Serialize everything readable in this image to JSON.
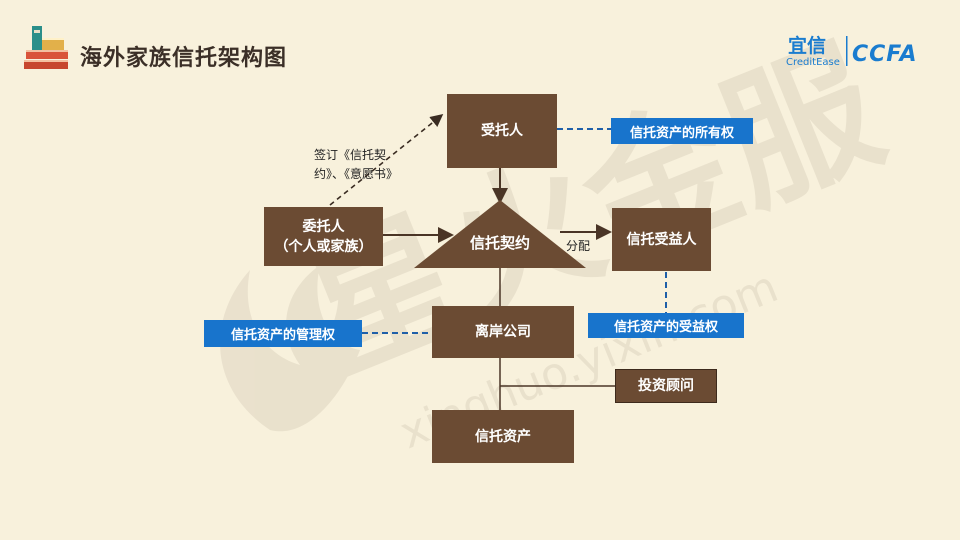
{
  "header": {
    "title": "海外家族信托架构图"
  },
  "logo": {
    "brand_cn": "宜信",
    "brand_en": "CreditEase",
    "brand_mark": "CCFA"
  },
  "watermark": {
    "text_cn": "星火金服",
    "text_en": "xinghuo.yixin.com"
  },
  "diagram": {
    "trustee": "受托人",
    "settlor_line1": "委托人",
    "settlor_line2": "（个人或家族）",
    "contract": "信托契约",
    "distribute": "分配",
    "beneficiary": "信托受益人",
    "offshore": "离岸公司",
    "advisor": "投资顾问",
    "assets": "信托资产",
    "ownership": "信托资产的所有权",
    "management": "信托资产的管理权",
    "benefit": "信托资产的受益权",
    "sign_line1": "签订《信托契",
    "sign_line2": "约》、《意愿书》"
  },
  "colors": {
    "background": "#f8f1dc",
    "box": "#6b4b33",
    "blue_label": "#1874cc",
    "dashed_blue": "#1f5fa8",
    "title": "#3b2f27"
  }
}
